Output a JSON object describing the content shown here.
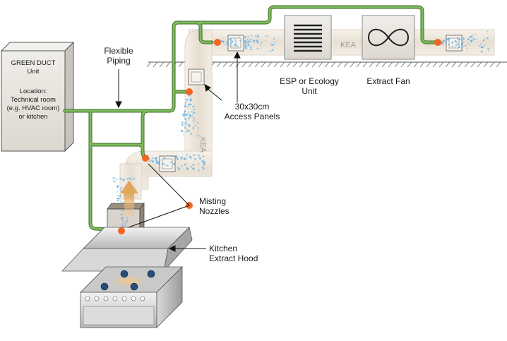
{
  "unit": {
    "title_line1": "GREEN DUCT",
    "title_line2": "Unit",
    "location_lines": [
      "Location:",
      "Technical room",
      "(e.g. HVAC room)",
      "or kitchen"
    ]
  },
  "labels": {
    "flexible_piping": [
      "Flexible",
      "Piping"
    ],
    "access_panels": [
      "30x30cm",
      "Access Panels"
    ],
    "esp_unit": [
      "ESP or Ecology",
      "Unit"
    ],
    "extract_fan": "Extract Fan",
    "misting_nozzles": [
      "Misting",
      "Nozzles"
    ],
    "kitchen_hood": [
      "Kitchen",
      "Extract Hood"
    ],
    "kea_horizontal": "KEA",
    "kea_vertical": "KEA"
  },
  "colors": {
    "pipe_green": "#7dbb5b",
    "pipe_outline": "#3f6b2c",
    "nozzle_orange": "#f26522",
    "mist_blue": "#5eaee8",
    "duct_fill": "#efe8dd",
    "steel_light": "#e6e6e6",
    "steel_dark": "#8a8a8a",
    "steam_arrow": "#e8b978"
  },
  "icons": {
    "esp_grille": "grille-icon",
    "fan": "infinity-fan-icon",
    "nozzle": "dot-icon",
    "flame": "burner-icon"
  }
}
